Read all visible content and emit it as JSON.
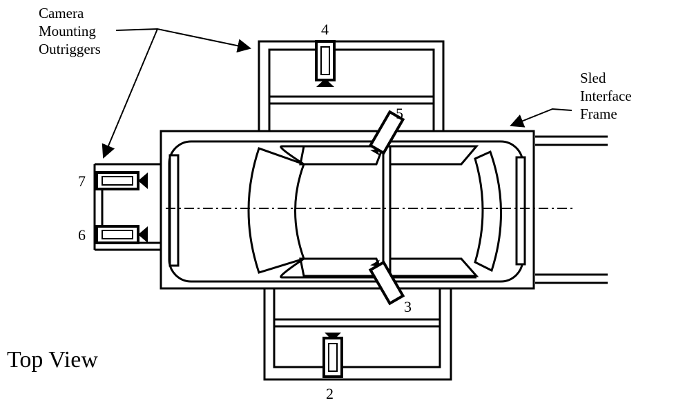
{
  "labels": {
    "outriggers_line1": "Camera",
    "outriggers_line2": "Mounting",
    "outriggers_line3": "Outriggers",
    "sled_line1": "Sled",
    "sled_line2": "Interface",
    "sled_line3": "Frame",
    "view_title": "Top View"
  },
  "cameras": {
    "cam2": "2",
    "cam3": "3",
    "cam4": "4",
    "cam5": "5",
    "cam6": "6",
    "cam7": "7"
  }
}
